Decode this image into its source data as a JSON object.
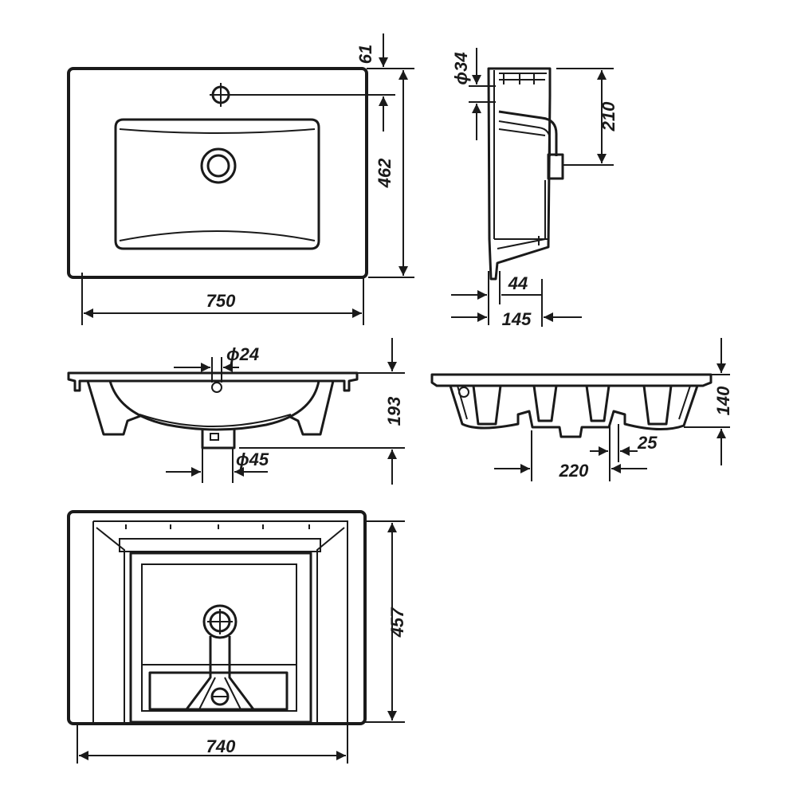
{
  "top_view": {
    "width_label": "750",
    "depth_label": "462",
    "tap_offset_label": "61"
  },
  "side_view": {
    "tap_hole_label": "ϕ34",
    "height_label": "210",
    "wall_label": "44",
    "depth_label": "145"
  },
  "front_section": {
    "tap_hole_label": "ϕ24",
    "height_label": "193",
    "drain_label": "ϕ45"
  },
  "side_section": {
    "height_label": "140",
    "bracket_spacing_label": "220",
    "bracket_width_label": "25"
  },
  "bottom_view": {
    "depth_label": "457",
    "width_label": "740"
  }
}
